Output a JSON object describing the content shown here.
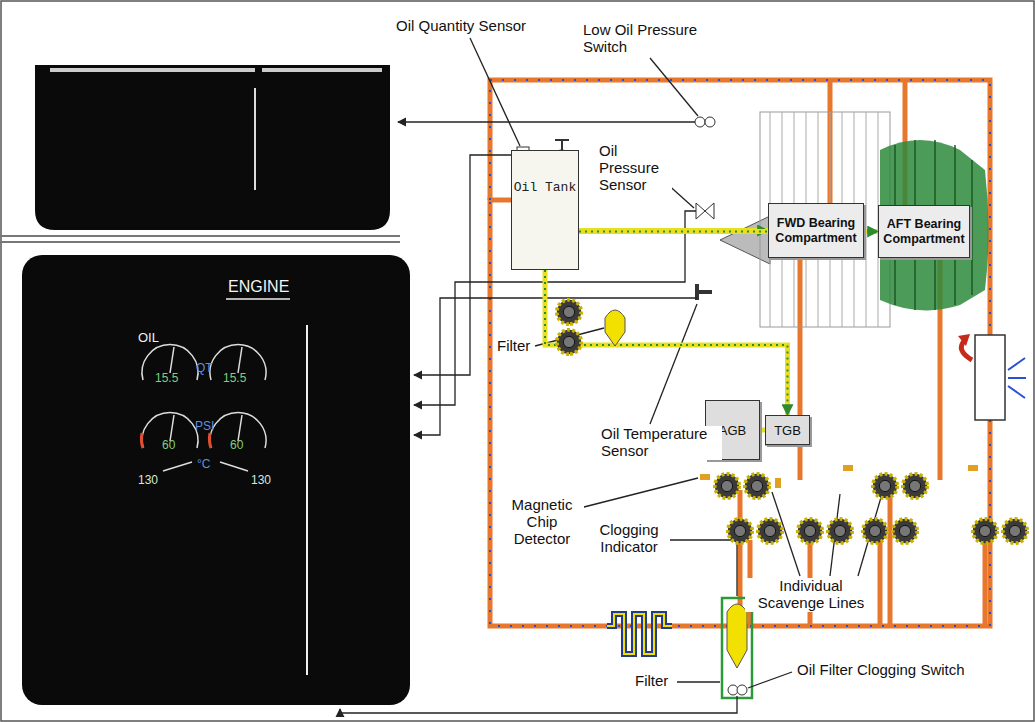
{
  "diagram": {
    "nodes": [
      {
        "text": [
          "Oil Tank"
        ]
      },
      {
        "text": [
          "FWD Bearing Compartment"
        ]
      },
      {
        "text": [
          "AFT Bearing Compartment"
        ]
      },
      {
        "text": [
          "AGB"
        ]
      },
      {
        "text": [
          "TGB"
        ]
      }
    ],
    "edges": [
      {
        "from": 0,
        "to": 1,
        "arrow": "to"
      },
      {
        "from": 0,
        "to": 2,
        "arrow": "to"
      },
      {
        "from": 0,
        "to": 4,
        "arrow": "to"
      },
      {
        "from": 3,
        "to": 4,
        "arrow": "none"
      }
    ],
    "labels": [
      "Oil Quantity Sensor",
      "Low Oil Pressure Switch",
      "Oil Pressure Sensor",
      "Filter",
      "Oil Temperature Sensor",
      "Magnetic Chip Detector",
      "Clogging Indicator",
      "Individual Scavenge Lines",
      "Filter",
      "Oil Filter Clogging Switch",
      "ENGINE",
      "OIL",
      "15.5",
      "QT",
      "15.5",
      "60",
      "PSI",
      "60",
      "°C",
      "130",
      "130"
    ]
  }
}
